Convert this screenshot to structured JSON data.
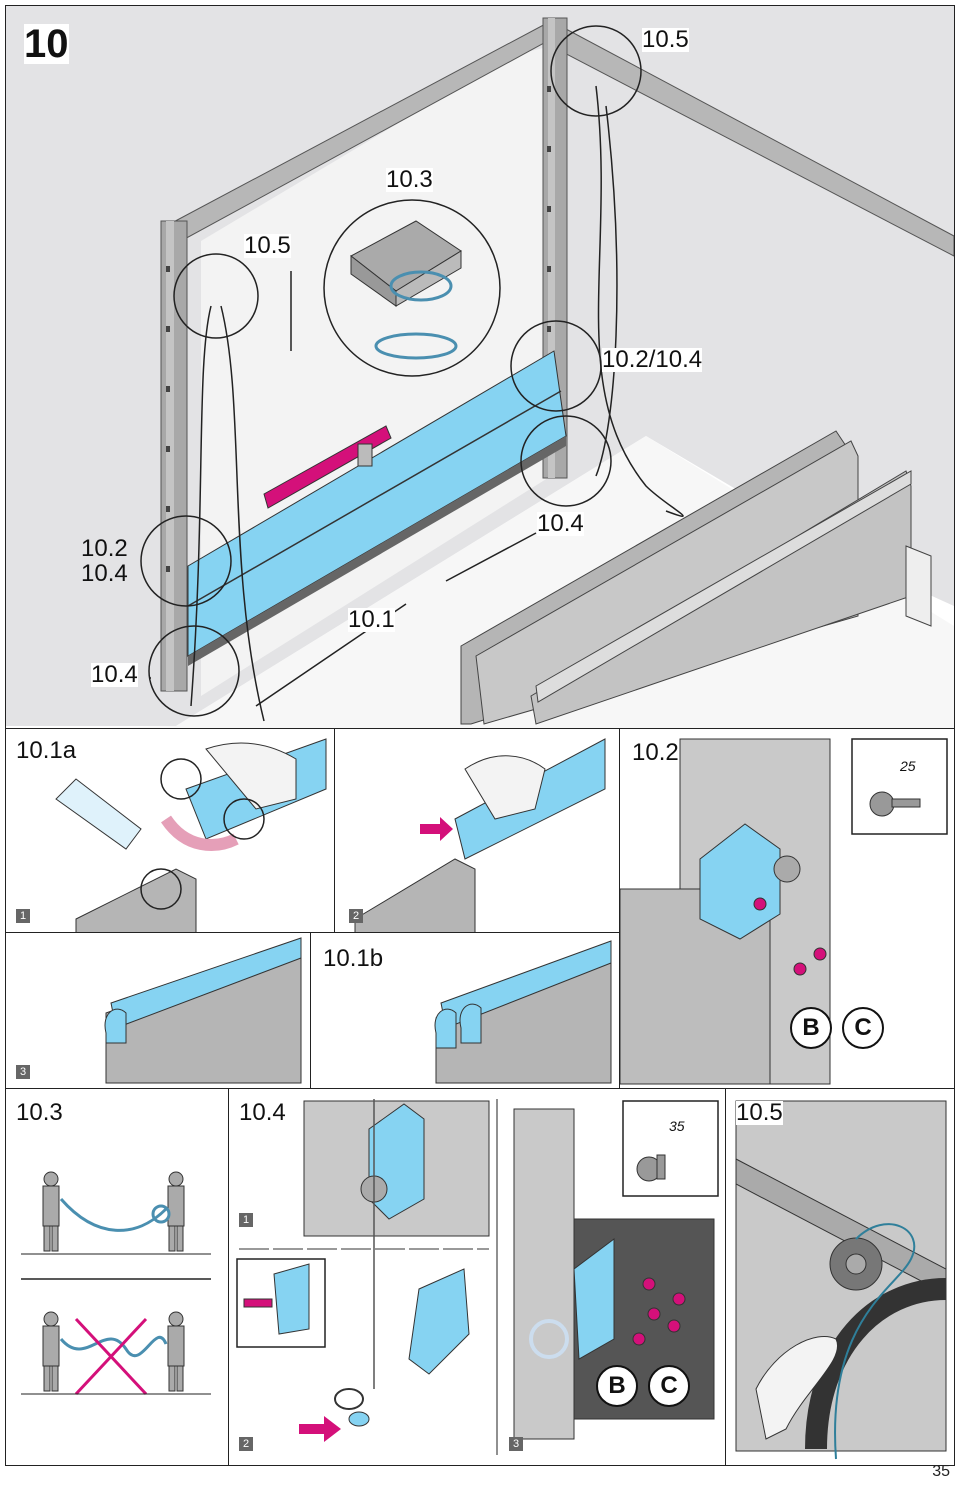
{
  "main": {
    "step_number": "10",
    "callouts": [
      "10.5",
      "10.3",
      "10.5",
      "10.2/10.4",
      "10.2\n10.4",
      "10.4",
      "10.1",
      "10.4"
    ]
  },
  "sub_10_1a": {
    "title": "10.1a",
    "steps": [
      "1",
      "2",
      "3"
    ]
  },
  "sub_10_1b": {
    "title": "10.1b"
  },
  "sub_10_2": {
    "title": "10.2",
    "dimension": "25",
    "screw_letters": [
      "B",
      "C"
    ]
  },
  "sub_10_3": {
    "title": "10.3"
  },
  "sub_10_4": {
    "title": "10.4",
    "steps": [
      "1",
      "2",
      "3"
    ],
    "dimension": "35",
    "screw_letters": [
      "B",
      "C"
    ]
  },
  "sub_10_5": {
    "title": "10.5"
  },
  "page_number": "35",
  "colors": {
    "accent_blue": "#86d3f2",
    "accent_magenta": "#d4107a",
    "frame_gray": "#9a9a9a",
    "wall_gray": "#e3e3e5"
  }
}
